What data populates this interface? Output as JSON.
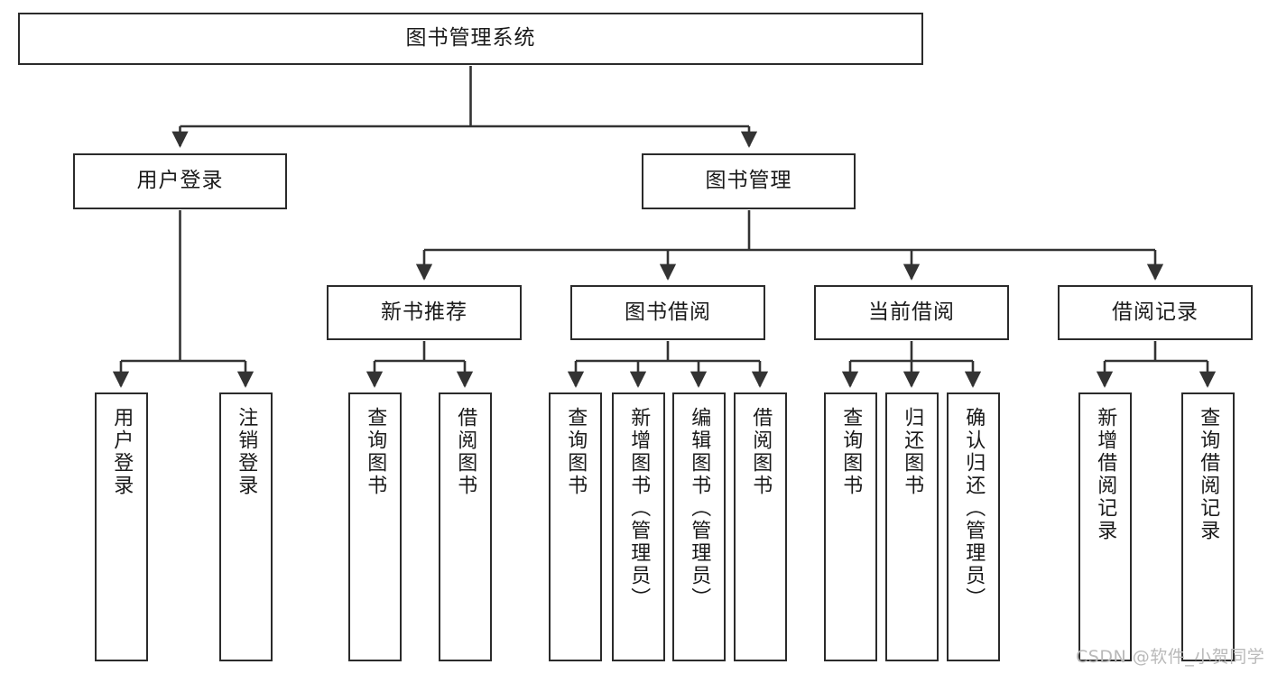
{
  "diagram": {
    "type": "tree",
    "title": "图书管理系统",
    "orientation": "top-down",
    "colors": {
      "node_border": "#2b2b2b",
      "node_fill": "#ffffff",
      "connector": "#333333",
      "text": "#1a1a1a",
      "watermark": "#b9b9b9",
      "background": "#ffffff"
    },
    "root": {
      "label": "图书管理系统"
    },
    "level2": [
      {
        "label": "用户登录"
      },
      {
        "label": "图书管理"
      }
    ],
    "level3": [
      {
        "label": "新书推荐"
      },
      {
        "label": "图书借阅"
      },
      {
        "label": "当前借阅"
      },
      {
        "label": "借阅记录"
      }
    ],
    "leaves": {
      "user_login": [
        {
          "label": "用户登录"
        },
        {
          "label": "注销登录"
        }
      ],
      "new_book_recommend": [
        {
          "label": "查询图书"
        },
        {
          "label": "借阅图书"
        }
      ],
      "book_borrow": [
        {
          "label": "查询图书"
        },
        {
          "label": "新增图书（管理员）"
        },
        {
          "label": "编辑图书（管理员）"
        },
        {
          "label": "借阅图书"
        }
      ],
      "current_borrow": [
        {
          "label": "查询图书"
        },
        {
          "label": "归还图书"
        },
        {
          "label": "确认归还（管理员）"
        }
      ],
      "borrow_record": [
        {
          "label": "新增借阅记录"
        },
        {
          "label": "查询借阅记录"
        }
      ]
    }
  },
  "watermark": {
    "text": "CSDN @软件_小贺同学"
  }
}
